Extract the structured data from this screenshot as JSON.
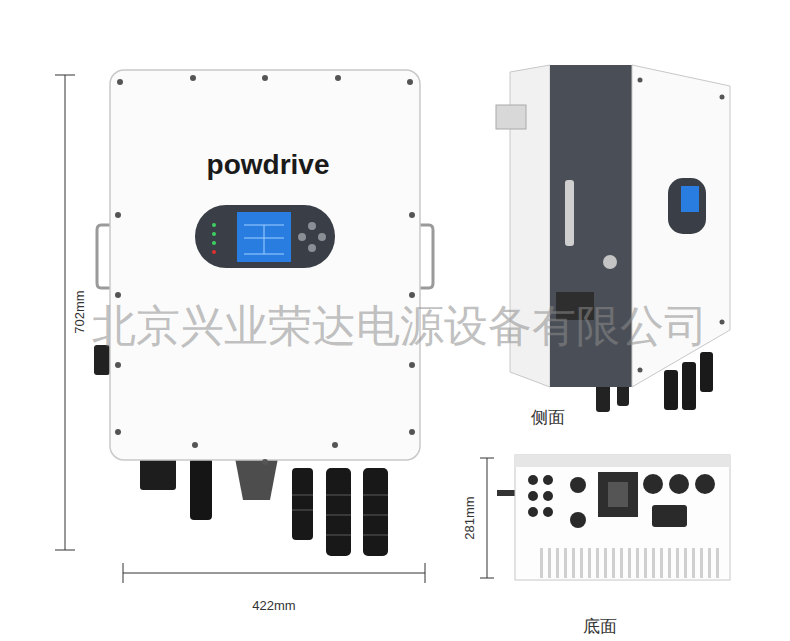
{
  "diagram": {
    "labels": [
      "powdrive",
      "702mm",
      "北京兴业荣达电源设备有限公司",
      "侧面",
      "281mm",
      "422mm",
      "底面"
    ]
  }
}
